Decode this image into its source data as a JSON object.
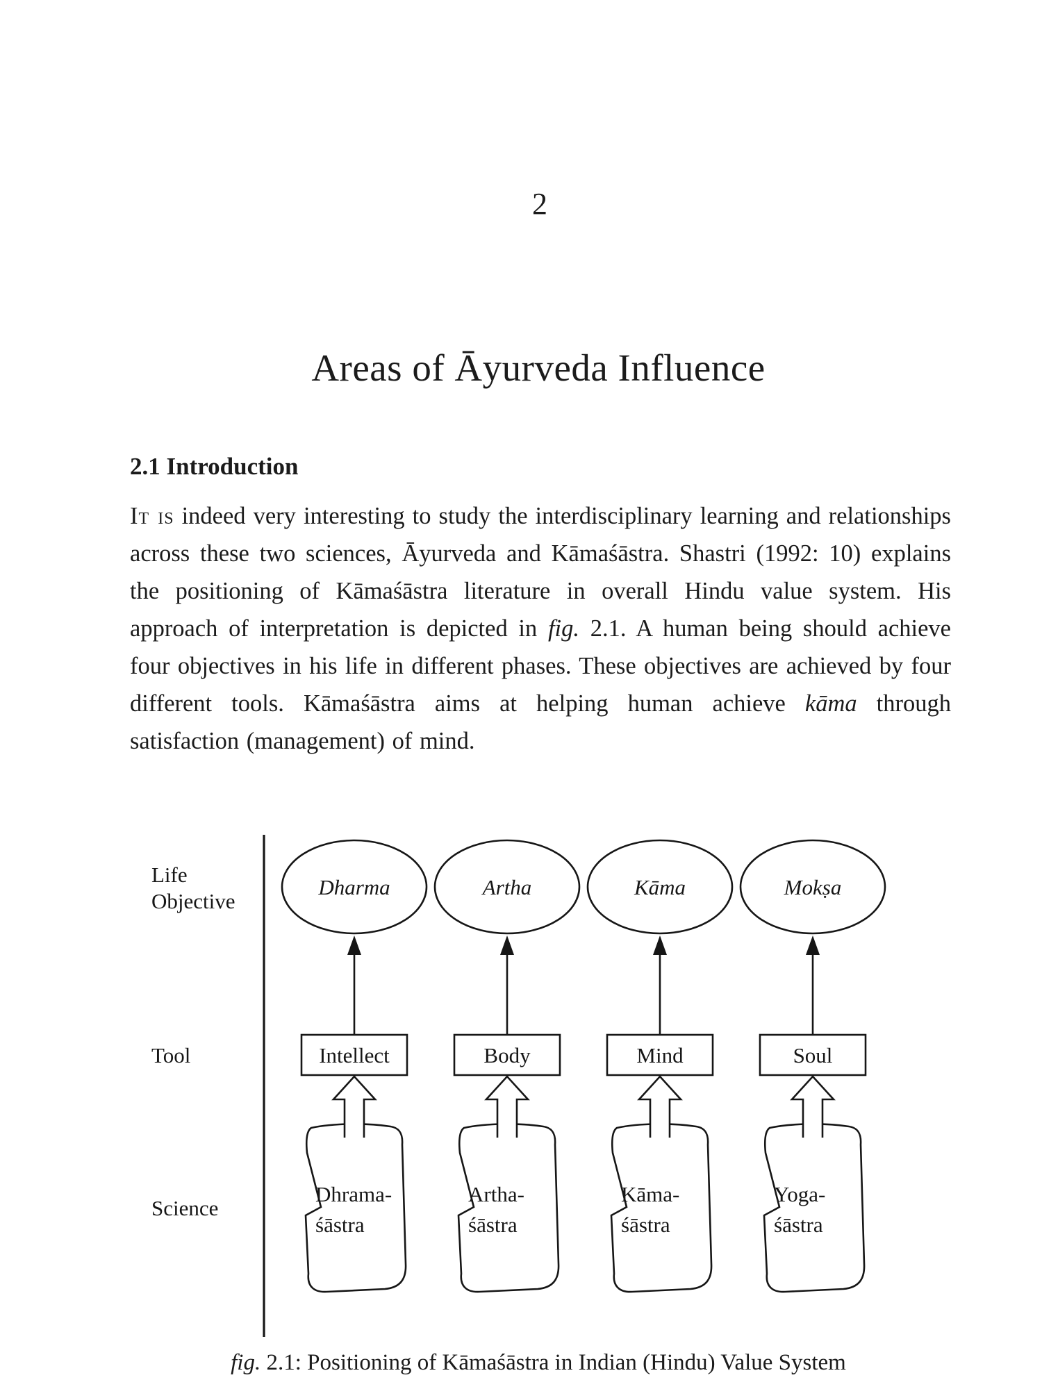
{
  "page": {
    "chapter_number": "2",
    "title": "Areas of Āyurveda Influence",
    "section": {
      "heading": "2.1 Introduction",
      "paragraph_segments": [
        {
          "text": "It is",
          "style": "smallcaps"
        },
        {
          "text": " indeed very interesting to study the interdisciplinary learning and relationships across these two sciences, Āyurveda and Kāmaśāstra. Shastri (1992: 10) explains the positioning of Kāmaśāstra literature in overall Hindu value system. His approach of interpretation is depicted in ",
          "style": "normal"
        },
        {
          "text": "fig.",
          "style": "italic"
        },
        {
          "text": " 2.1. A human being should achieve four objectives in his life in different phases. These objectives are achieved by four different tools. Kāmaśāstra aims at helping human achieve ",
          "style": "normal"
        },
        {
          "text": "kāma",
          "style": "italic"
        },
        {
          "text": " through satisfaction (management) of mind.",
          "style": "normal"
        }
      ]
    }
  },
  "diagram": {
    "row_labels": {
      "life_objective_line1": "Life",
      "life_objective_line2": "Objective",
      "tool": "Tool",
      "science": "Science"
    },
    "life_objectives": [
      "Dharma",
      "Artha",
      "Kāma",
      "Mokṣa"
    ],
    "tools": [
      "Intellect",
      "Body",
      "Mind",
      "Soul"
    ],
    "sciences": [
      [
        "Dhrama-",
        "śāstra"
      ],
      [
        "Artha-",
        "śāstra"
      ],
      [
        "Kāma-",
        "śāstra"
      ],
      [
        "Yoga-",
        "śāstra"
      ]
    ],
    "caption": {
      "italic_prefix": "fig.",
      "text": " 2.1: Positioning of Kāmaśāstra in Indian (Hindu) Value System"
    }
  }
}
